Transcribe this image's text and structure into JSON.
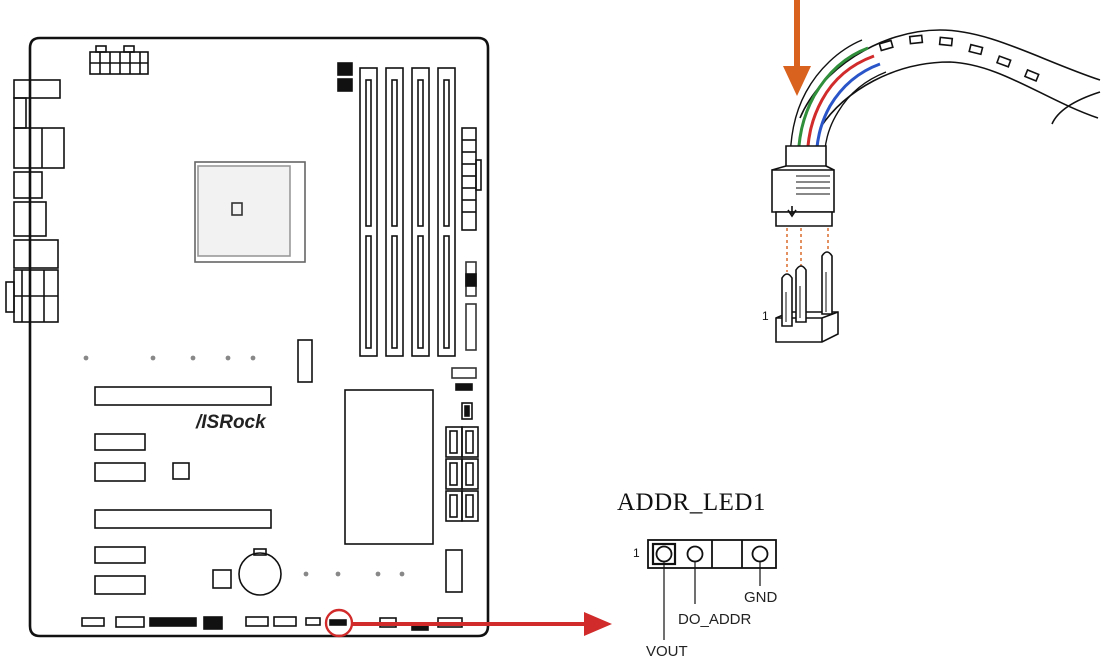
{
  "board": {
    "brand": "/ISRock",
    "outline_color": "#111111",
    "highlight_color": "#d12b2b"
  },
  "header": {
    "name": "ADDR_LED1",
    "pin1_mark": "1",
    "pins": [
      {
        "label": "VOUT"
      },
      {
        "label": "DO_ADDR"
      },
      {
        "label": ""
      },
      {
        "label": "GND"
      }
    ]
  },
  "connector_detail": {
    "pin1_mark": "1",
    "arrow_color": "#d9621e",
    "wire_colors": [
      "#2f8f3a",
      "#d12b2b",
      "#2a55c9"
    ]
  }
}
